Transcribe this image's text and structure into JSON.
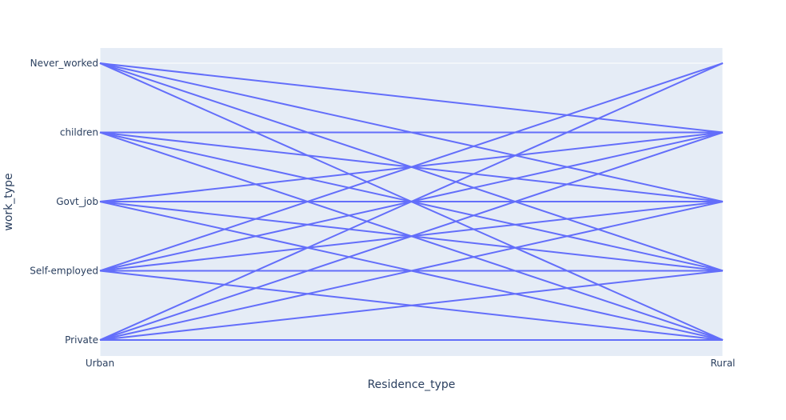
{
  "chart_data": {
    "type": "line",
    "xlabel": "Residence_type",
    "ylabel": "work_type",
    "x_categories": [
      "Urban",
      "Rural"
    ],
    "y_categories": [
      "Private",
      "Self-employed",
      "Govt_job",
      "children",
      "Never_worked"
    ],
    "series": [
      {
        "values": [
          "Never_worked",
          "children"
        ]
      },
      {
        "values": [
          "Never_worked",
          "Govt_job"
        ]
      },
      {
        "values": [
          "Never_worked",
          "Self-employed"
        ]
      },
      {
        "values": [
          "Never_worked",
          "Private"
        ]
      },
      {
        "values": [
          "children",
          "children"
        ]
      },
      {
        "values": [
          "children",
          "Govt_job"
        ]
      },
      {
        "values": [
          "children",
          "Self-employed"
        ]
      },
      {
        "values": [
          "children",
          "Private"
        ]
      },
      {
        "values": [
          "Govt_job",
          "children"
        ]
      },
      {
        "values": [
          "Govt_job",
          "Govt_job"
        ]
      },
      {
        "values": [
          "Govt_job",
          "Self-employed"
        ]
      },
      {
        "values": [
          "Govt_job",
          "Private"
        ]
      },
      {
        "values": [
          "Self-employed",
          "Never_worked"
        ]
      },
      {
        "values": [
          "Self-employed",
          "children"
        ]
      },
      {
        "values": [
          "Self-employed",
          "Govt_job"
        ]
      },
      {
        "values": [
          "Self-employed",
          "Self-employed"
        ]
      },
      {
        "values": [
          "Self-employed",
          "Private"
        ]
      },
      {
        "values": [
          "Private",
          "Never_worked"
        ]
      },
      {
        "values": [
          "Private",
          "children"
        ]
      },
      {
        "values": [
          "Private",
          "Govt_job"
        ]
      },
      {
        "values": [
          "Private",
          "Self-employed"
        ]
      },
      {
        "values": [
          "Private",
          "Private"
        ]
      }
    ],
    "grid": true,
    "legend": "none",
    "colors": {
      "plot_bg": "#e5ecf6",
      "line": "#636efa",
      "grid": "#ffffff",
      "text": "#2a3f5f"
    }
  }
}
